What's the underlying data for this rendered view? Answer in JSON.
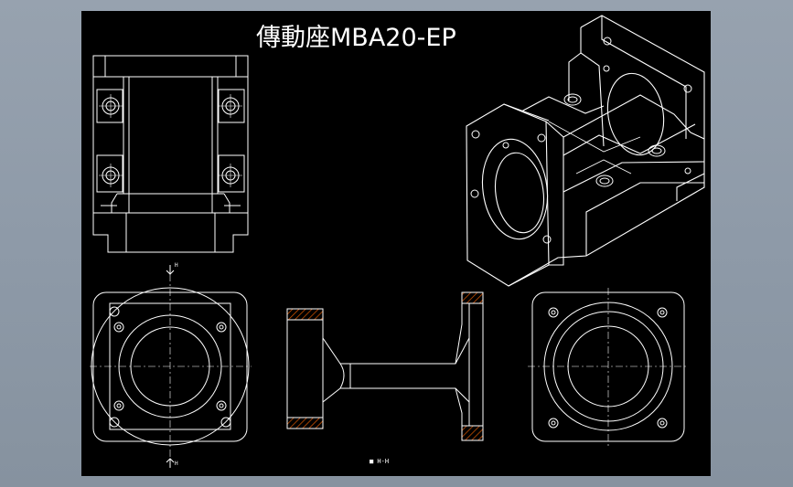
{
  "drawing": {
    "title": "傳動座MBA20-EP",
    "section_caption": "■ H-H",
    "section_mark_top": "H",
    "section_mark_bottom": "H"
  },
  "colors": {
    "background": "#000000",
    "line": "#ffffff",
    "hatch": "#e05a00",
    "frame": "#8c98a6"
  }
}
